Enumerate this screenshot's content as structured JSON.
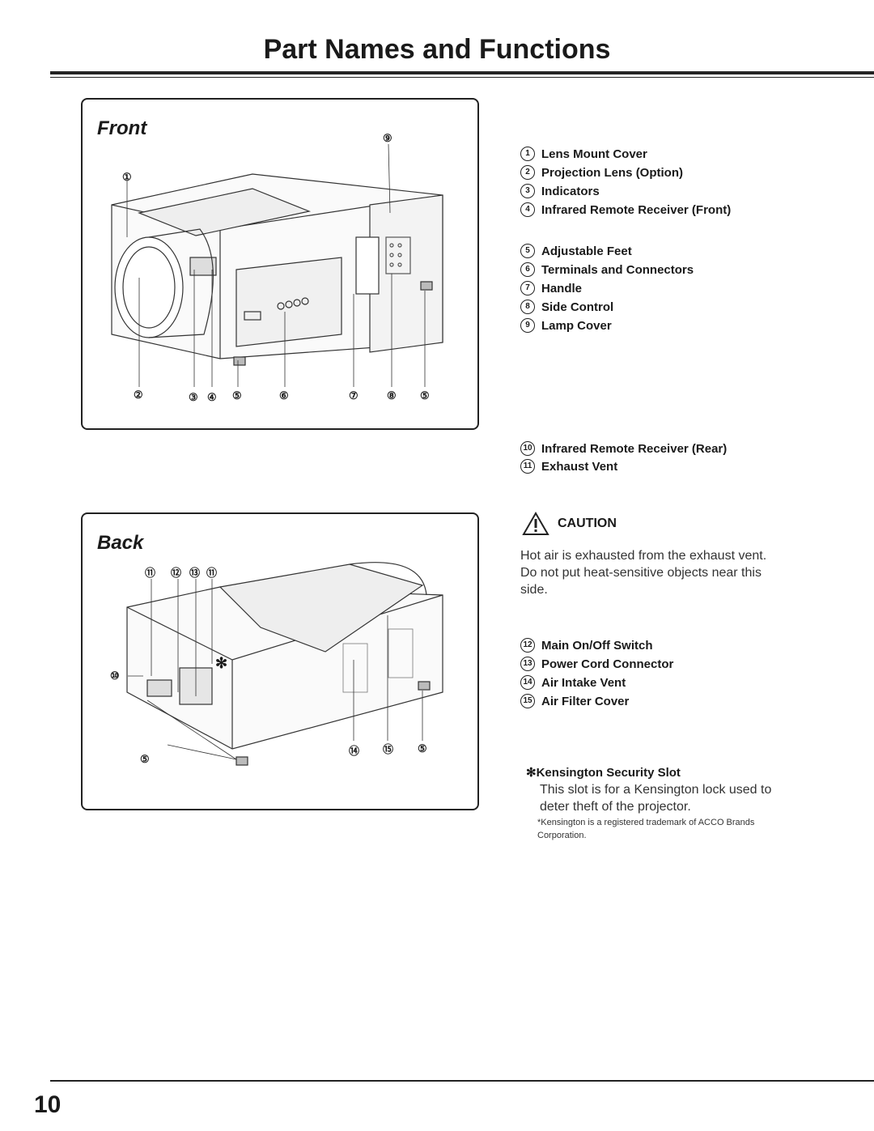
{
  "page": {
    "title": "Part Names and Functions",
    "number": "10"
  },
  "front": {
    "label": "Front",
    "callouts": [
      "⑨",
      "①",
      "②",
      "③",
      "④",
      "⑤",
      "⑥",
      "⑦",
      "⑧",
      "⑤"
    ]
  },
  "back": {
    "label": "Back",
    "callouts": [
      "⑪",
      "⑫",
      "⑬",
      "⑪",
      "⑩",
      "✻",
      "⑤",
      "⑭",
      "⑮",
      "⑤"
    ]
  },
  "parts": [
    {
      "num": "1",
      "name": "Lens Mount Cover"
    },
    {
      "num": "2",
      "name": "Projection Lens (Option)"
    },
    {
      "num": "3",
      "name": "Indicators"
    },
    {
      "num": "4",
      "name": "Infrared Remote Receiver (Front)"
    },
    {
      "num": "5",
      "name": "Adjustable Feet"
    },
    {
      "num": "6",
      "name": "Terminals and Connectors"
    },
    {
      "num": "7",
      "name": "Handle"
    },
    {
      "num": "8",
      "name": "Side Control"
    },
    {
      "num": "9",
      "name": "Lamp Cover"
    },
    {
      "num": "10",
      "name": "Infrared Remote Receiver (Rear)"
    },
    {
      "num": "11",
      "name": "Exhaust Vent"
    },
    {
      "num": "12",
      "name": "Main On/Off Switch"
    },
    {
      "num": "13",
      "name": "Power Cord Connector"
    },
    {
      "num": "14",
      "name": "Air Intake Vent"
    },
    {
      "num": "15",
      "name": "Air Filter Cover"
    }
  ],
  "caution": {
    "heading": "CAUTION",
    "text": "Hot air is exhausted from the exhaust vent.  Do not put heat-sensitive objects near this side."
  },
  "kensington": {
    "heading": "✻Kensington Security Slot",
    "text": "This slot is for a Kensington lock used to deter theft of the projector.",
    "note": "*Kensington is a registered trademark of ACCO Brands Corporation."
  }
}
